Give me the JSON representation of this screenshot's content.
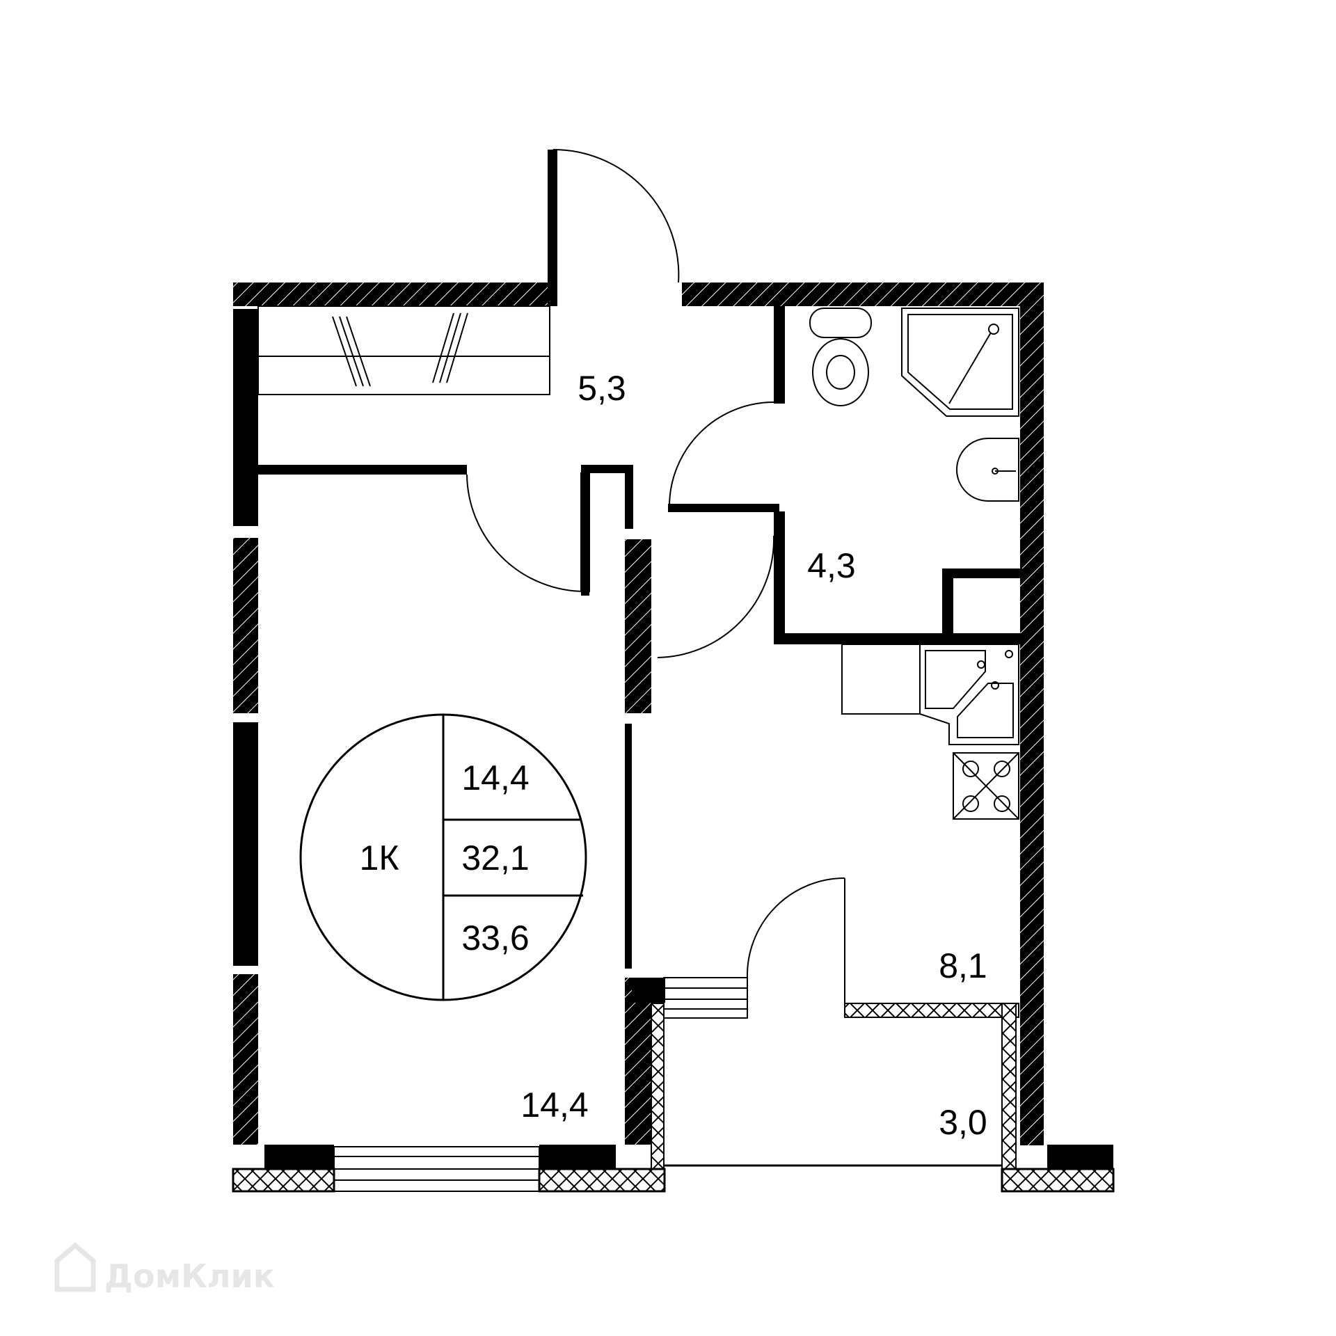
{
  "plan": {
    "unit_type": "1К",
    "living_area": "14,4",
    "total_area": "32,1",
    "total_area_with_balcony": "33,6"
  },
  "rooms": {
    "hall": "5,3",
    "bathroom": "4,3",
    "bedroom": "14,4",
    "kitchen": "8,1",
    "balcony": "3,0"
  },
  "watermark": "ДомКлик",
  "colors": {
    "wall": "#000000",
    "background": "#ffffff",
    "watermark": "#e6e6e6"
  }
}
